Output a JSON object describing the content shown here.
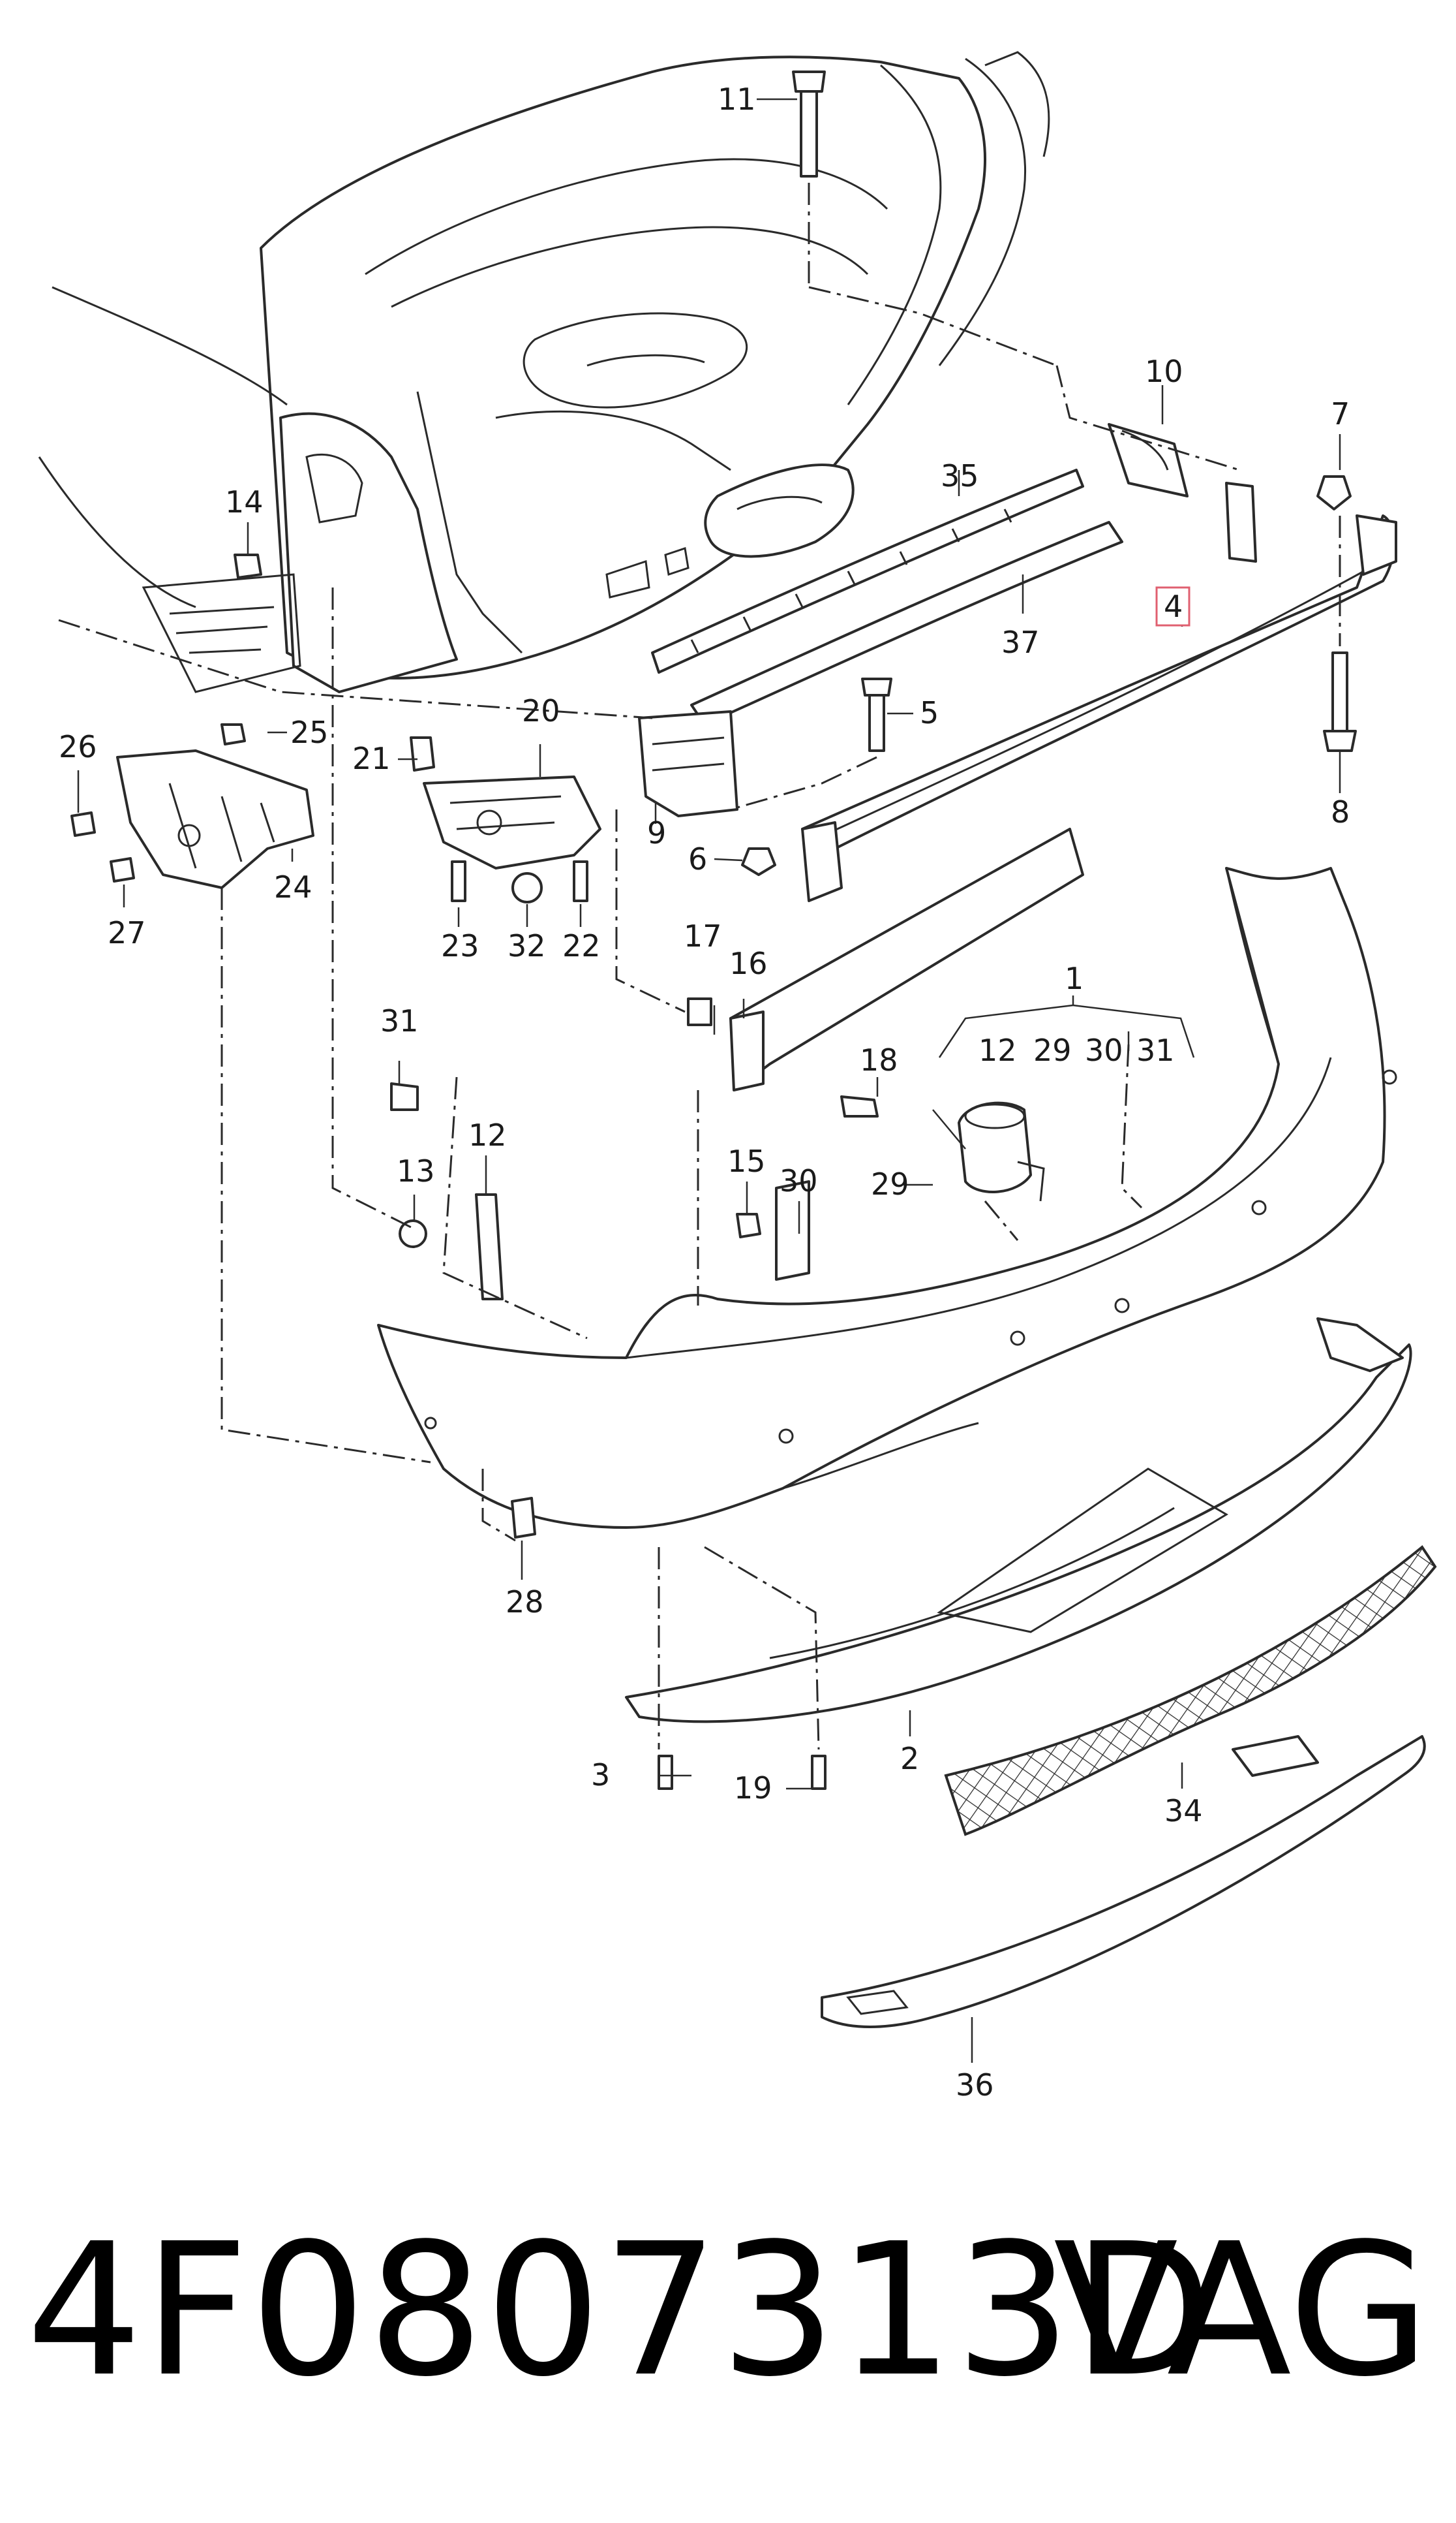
{
  "callouts": {
    "c1": "1",
    "c2": "2",
    "c3": "3",
    "c4": "4",
    "c5": "5",
    "c6": "6",
    "c7": "7",
    "c8": "8",
    "c9": "9",
    "c10": "10",
    "c11": "11",
    "c12": "12",
    "c13": "13",
    "c14": "14",
    "c15": "15",
    "c16": "16",
    "c17": "17",
    "c18": "18",
    "c19": "19",
    "c20": "20",
    "c21": "21",
    "c22": "22",
    "c23": "23",
    "c24": "24",
    "c25": "25",
    "c26": "26",
    "c27": "27",
    "c28": "28",
    "c29": "29",
    "c30": "30",
    "c31": "31",
    "c32": "32",
    "c34": "34",
    "c35": "35",
    "c36": "36",
    "c37": "37",
    "sub12": "12",
    "sub29": "29",
    "sub30": "30",
    "sub31": "31"
  },
  "highlighted_callout": "4",
  "footer": {
    "part_number": "4F0807313D",
    "brand": "VAG"
  },
  "colors": {
    "line": "#2a2a2a",
    "highlight": "#e06070",
    "background": "#ffffff"
  }
}
